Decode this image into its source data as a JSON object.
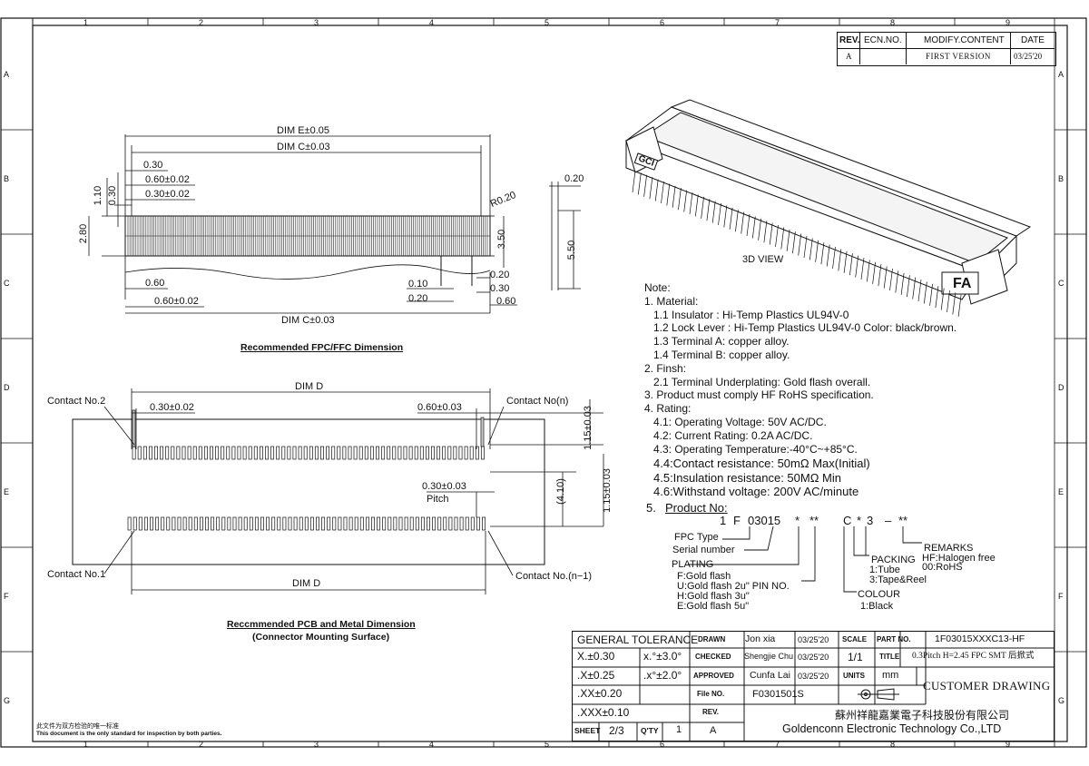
{
  "zones": {
    "top": [
      "1",
      "2",
      "3",
      "4",
      "5",
      "6",
      "7",
      "8",
      "9"
    ],
    "side": [
      "A",
      "B",
      "C",
      "D",
      "E",
      "F",
      "G"
    ]
  },
  "revision": {
    "headers": [
      "REV.",
      "ECN.NO.",
      "MODIFY.CONTENT",
      "DATE"
    ],
    "row": {
      "rev": "A",
      "ecn": "",
      "content": "FIRST VERSION",
      "date": "03/25'20"
    }
  },
  "fpc": {
    "caption": "Recommended FPC/FFC Dimension",
    "dims": {
      "dim_e": "DIM E±0.05",
      "dim_c_top": "DIM C±0.03",
      "dim_c_bottom": "DIM C±0.03",
      "d030": "0.30",
      "d060_02": "0.60±0.02",
      "d030_02": "0.30±0.02",
      "v110": "1.10",
      "v030": "0.30",
      "v280": "2.80",
      "r020": "R0.20",
      "v350": "3.50",
      "v550": "5.50",
      "t020": "0.20",
      "b060": "0.60",
      "b060_02": "0.60±0.02",
      "b010": "0.10",
      "b020": "0.20",
      "r_020": "0.20",
      "r_030": "0.30",
      "r_060": "0.60"
    }
  },
  "pcb": {
    "caption1": "Reccmmended PCB and Metal Dimension",
    "caption2": "(Connector Mounting Surface)",
    "dims": {
      "dim_d_top": "DIM D",
      "dim_d_bottom": "DIM D",
      "p030_02": "0.30±0.02",
      "p060_03": "0.60±0.03",
      "p115_a": "1.15±0.03",
      "p115_b": "1.15±0.03",
      "p410": "(4.10)",
      "p030_03": "0.30±0.03",
      "pitch": "Pitch"
    },
    "labels": {
      "c2": "Contact No.2",
      "cn": "Contact No(n)",
      "c1": "Contact No.1",
      "cn1": "Contact No.(n−1)"
    }
  },
  "view3d": {
    "label": "3D VIEW",
    "logo": "GCI",
    "mark": "FA"
  },
  "notes": [
    "Note:",
    "1. Material:",
    "  1.1 Insulator : Hi-Temp Plastics UL94V-0",
    "  1.2 Lock Lever : Hi-Temp Plastics UL94V-0 Color: black/brown.",
    "  1.3 Terminal A: copper alloy.",
    "  1.4 Terminal B: copper alloy.",
    "2. Finsh:",
    "  2.1 Terminal Underplating: Gold flash overall.",
    "3. Product must comply HF RoHS specification.",
    "4. Rating:",
    "  4.1: Operating Voltage: 50V AC/DC.",
    "  4.2: Current Rating: 0.2A AC/DC.",
    "  4.3: Operating Temperature:-40°C~+85°C.",
    "  4.4:Contact resistance: 50mΩ Max(Initial)",
    "  4.5:Insulation resistance: 50MΩ Min",
    "  4.6:Withstand voltage: 200V AC/minute"
  ],
  "product": {
    "title_num": "5.",
    "title": "Product No:",
    "code": [
      "1",
      "F",
      "03015",
      "*",
      "**",
      "C",
      "*",
      "3",
      "–",
      "**"
    ],
    "fpc_type": "FPC Type",
    "serial": "Serial number",
    "plating": "PLATING",
    "plating_opts": [
      "F:Gold flash",
      "U:Gold flash 2u\" PIN NO.",
      "H:Gold flash 3u\"",
      "E:Gold flash 5u\""
    ],
    "packing": [
      "PACKING",
      "1:Tube",
      "3:Tape&Reel"
    ],
    "remarks": [
      "REMARKS",
      "HF:Halogen free",
      "00:RoHS"
    ],
    "colour": [
      "COLOUR",
      "1:Black"
    ]
  },
  "title_block": {
    "general_tolerance": "GENERAL TOLERANCE",
    "tol": [
      {
        "a": "X.±0.30",
        "b": "x.°±3.0°"
      },
      {
        "a": ".X±0.25",
        "b": ".x°±2.0°"
      },
      {
        "a": ".XX±0.20",
        "b": ""
      },
      {
        "a": ".XXX±0.10",
        "b": ""
      }
    ],
    "drawn_label": "DRAWN",
    "drawn_name": "Jon xia",
    "drawn_date": "03/25'20",
    "checked_label": "CHECKED",
    "checked_name": "Shengjie Chu",
    "checked_date": "03/25'20",
    "approved_label": "APPROVED",
    "approved_name": "Cunfa Lai",
    "approved_date": "03/25'20",
    "scale_label": "SCALE",
    "scale": "1/1",
    "title_label": "TITLE",
    "title": "0.3Pitch H=2.45 FPC SMT 后掀式",
    "units_label": "UNITS",
    "units": "mm",
    "part_label": "PART NO.",
    "part_no": "1F03015XXXC13-HF",
    "file_label": "File NO.",
    "file_no": "F0301501S",
    "rev_label": "REV.",
    "rev": "A",
    "customer": "CUSTOMER DRAWING",
    "company_cn": "蘇州祥龍嘉業電子科技股份有限公司",
    "company_en": "Goldenconn Electronic Technology Co.,LTD",
    "sheet_label": "SHEET",
    "sheet": "2/3",
    "qty_label": "Q'TY",
    "qty": "1",
    "rev2_label": "REV.",
    "rev2": "A",
    "footer_cn": "此文件为双方检验的唯一标准",
    "footer_en": "This document is the only standard for inspection by both parties."
  }
}
